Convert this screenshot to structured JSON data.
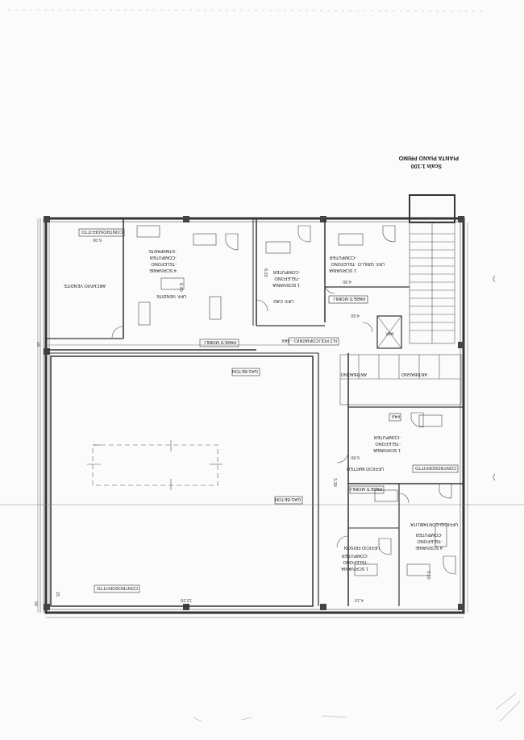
{
  "title": {
    "main": "PIANTA PIANO PRIMO",
    "scale": "Scala 1:100"
  },
  "rooms": [
    {
      "id": "archivio",
      "label": "ARCHIVIO VENDITE"
    },
    {
      "id": "uff-vendite",
      "label": "UFF. VENDITE"
    },
    {
      "id": "uff-cad",
      "label": "UFF. CAD"
    },
    {
      "id": "uff-grillo",
      "label": "UFF. GRILLO"
    },
    {
      "id": "uff-matteo",
      "label": "UFFICIO MATTEO"
    },
    {
      "id": "uff-contabilita",
      "label": "UFFICIO CONTABILITA'"
    },
    {
      "id": "uff-frison",
      "label": "UFFICIO FRISON"
    }
  ],
  "equipment": [
    {
      "id": "vendite",
      "lines": [
        "4 SCRIVANIE",
        "-TELEFONO",
        "-COMPUTER",
        "-STAMPANTE"
      ]
    },
    {
      "id": "cad",
      "lines": [
        "1 SCRIVANIA",
        "-TELEFONO",
        "-COMPUTER"
      ]
    },
    {
      "id": "grillo",
      "lines": [
        "1 SCRIVANIA",
        "-TELEFONO",
        "-COMPUTER"
      ]
    },
    {
      "id": "matteo",
      "lines": [
        "1 SCRIVANIA",
        "-TELEFONO",
        "-COMPUTER"
      ]
    },
    {
      "id": "contabilita",
      "lines": [
        "4 SCRIVANIE",
        "-TELEFONO",
        "-COMPUTER"
      ]
    },
    {
      "id": "frison",
      "lines": [
        "1 SCRIVANIA",
        "-TELEFONO",
        "-COMPUTER"
      ]
    }
  ],
  "annotations": {
    "controsoffitto": "CONTROSOFFITTO",
    "pareti_mobili": "PARETI MOBILI",
    "gas_beton": "GAS BETON",
    "fax": "FAX",
    "corridor_note": "N.2 POLICOPIATRICI - FAX",
    "wc": "ANTIBAGNO",
    "ripostiglio": "RIP."
  },
  "dimensions": {
    "d_5_00": "5.00",
    "d_8_20": "8.20",
    "d_4_90": "4.90",
    "d_4_50": "4.50",
    "d_6_80": "6.80",
    "d_13_20": "13.20",
    "d_6_40": "6.40",
    "d_3_30": "3.30",
    "d_15": "15",
    "d_50": "50",
    "d_18": "18",
    "d_4_10": "4.10",
    "d_3_20": "3.20"
  }
}
